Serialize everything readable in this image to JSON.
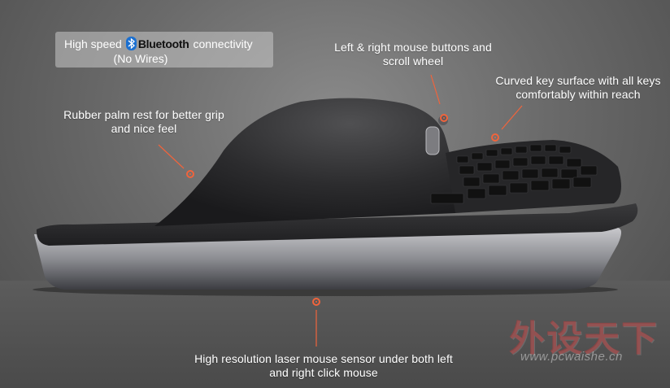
{
  "bluetooth_callout": {
    "prefix": "High speed",
    "logo_text": "Bluetooth",
    "suffix": "connectivity",
    "line2": "(No Wires)"
  },
  "callouts": {
    "mouse_buttons": [
      "Left & right  mouse buttons and",
      "scroll wheel"
    ],
    "key_surface": [
      "Curved key surface with all keys",
      "comfortably within reach"
    ],
    "palm_rest": [
      "Rubber palm rest for better grip",
      "and nice feel"
    ],
    "sensor": [
      "High resolution laser mouse sensor under both left",
      "and  right click mouse"
    ]
  },
  "watermark": {
    "chinese": "外设天下",
    "url": "www.pcwaishe.cn"
  },
  "colors": {
    "accent": "#f0643c",
    "bluetooth_blue": "#1a6fd0"
  }
}
